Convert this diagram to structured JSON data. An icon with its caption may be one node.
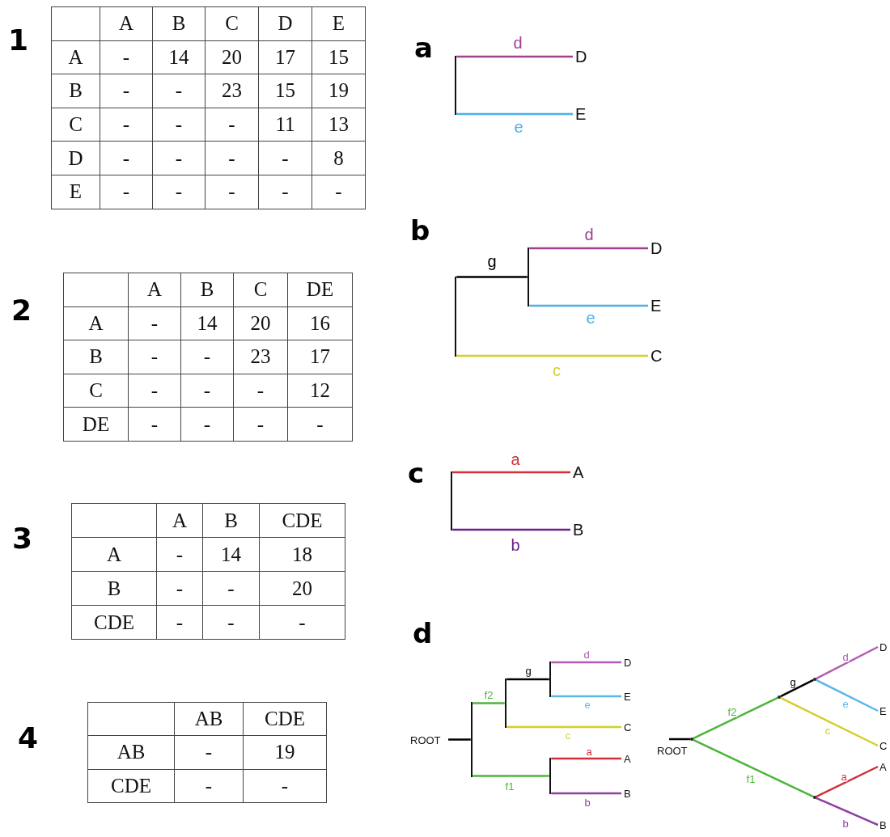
{
  "diagram": {
    "nodes": [
      {
        "text": [],
        "shape": "bar"
      },
      {
        "text": [
          "D"
        ]
      },
      {
        "text": [
          "E"
        ]
      },
      {
        "text": [],
        "shape": "bar"
      },
      {
        "text": [],
        "shape": "bar"
      },
      {
        "text": [
          "D"
        ]
      },
      {
        "text": [
          "E"
        ]
      },
      {
        "text": [
          "C"
        ]
      },
      {
        "text": [],
        "shape": "bar"
      },
      {
        "text": [
          "A"
        ]
      },
      {
        "text": [
          "B"
        ]
      },
      {
        "text": [
          "ROOT"
        ]
      },
      {
        "text": [],
        "shape": "bar"
      },
      {
        "text": [],
        "shape": "bar"
      },
      {
        "text": [],
        "shape": "bar"
      },
      {
        "text": [
          "D"
        ]
      },
      {
        "text": [
          "E"
        ]
      },
      {
        "text": [
          "C"
        ]
      },
      {
        "text": [],
        "shape": "bar"
      },
      {
        "text": [
          "A"
        ]
      },
      {
        "text": [
          "B"
        ]
      },
      {
        "text": [],
        "shape": "point"
      },
      {
        "text": [],
        "shape": "point"
      },
      {
        "text": [],
        "shape": "point"
      },
      {
        "text": [
          "D"
        ]
      },
      {
        "text": [
          "E"
        ]
      },
      {
        "text": [
          "C"
        ]
      },
      {
        "text": [],
        "shape": "point"
      },
      {
        "text": [
          "A"
        ]
      },
      {
        "text": [
          "B"
        ]
      }
    ],
    "edges": [
      {
        "from": 0,
        "to": 1,
        "arrow": "none",
        "label": "d",
        "color": "#a0408f"
      },
      {
        "from": 0,
        "to": 2,
        "arrow": "none",
        "label": "e",
        "color": "#4ab0e8"
      },
      {
        "from": 3,
        "to": 4,
        "arrow": "none",
        "label": "g",
        "color": "#000000"
      },
      {
        "from": 4,
        "to": 5,
        "arrow": "none",
        "label": "d",
        "color": "#a0408f"
      },
      {
        "from": 4,
        "to": 6,
        "arrow": "none",
        "label": "e",
        "color": "#4ab0e8"
      },
      {
        "from": 3,
        "to": 7,
        "arrow": "none",
        "label": "c",
        "color": "#d4cf2a"
      },
      {
        "from": 8,
        "to": 9,
        "arrow": "none",
        "label": "a",
        "color": "#d0303a"
      },
      {
        "from": 8,
        "to": 10,
        "arrow": "none",
        "label": "b",
        "color": "#6a1f8a"
      },
      {
        "from": 11,
        "to": 12,
        "arrow": "none",
        "color": "#000000"
      },
      {
        "from": 12,
        "to": 13,
        "arrow": "none",
        "label": "f2",
        "color": "#4cb53a"
      },
      {
        "from": 13,
        "to": 14,
        "arrow": "none",
        "label": "g",
        "color": "#000000"
      },
      {
        "from": 14,
        "to": 15,
        "arrow": "none",
        "label": "d",
        "color": "#b05cb0"
      },
      {
        "from": 14,
        "to": 16,
        "arrow": "none",
        "label": "e",
        "color": "#5ab8e8"
      },
      {
        "from": 13,
        "to": 17,
        "arrow": "none",
        "label": "c",
        "color": "#d4cf2a"
      },
      {
        "from": 12,
        "to": 18,
        "arrow": "none",
        "label": "f1",
        "color": "#4cb53a"
      },
      {
        "from": 18,
        "to": 19,
        "arrow": "none",
        "label": "a",
        "color": "#d0303a"
      },
      {
        "from": 18,
        "to": 20,
        "arrow": "none",
        "label": "b",
        "color": "#8e3fa0"
      },
      {
        "from": null,
        "to": 21,
        "arrow": "none",
        "color": "#000000"
      },
      {
        "from": 21,
        "to": 22,
        "arrow": "none",
        "label": "f2",
        "color": "#4cb53a"
      },
      {
        "from": 22,
        "to": 23,
        "arrow": "none",
        "label": "g",
        "color": "#000000"
      },
      {
        "from": 23,
        "to": 24,
        "arrow": "none",
        "label": "d",
        "color": "#b05cb0"
      },
      {
        "from": 23,
        "to": 25,
        "arrow": "none",
        "label": "e",
        "color": "#5ab8e8"
      },
      {
        "from": 22,
        "to": 26,
        "arrow": "none",
        "label": "c",
        "color": "#d4cf2a"
      },
      {
        "from": 21,
        "to": 27,
        "arrow": "none",
        "label": "f1",
        "color": "#4cb53a"
      },
      {
        "from": 27,
        "to": 28,
        "arrow": "none",
        "label": "a",
        "color": "#d0303a"
      },
      {
        "from": 27,
        "to": 29,
        "arrow": "none",
        "label": "b",
        "color": "#8e3fa0"
      }
    ],
    "labels": [
      "1",
      "A",
      "B",
      "C",
      "D",
      "E",
      "A",
      "-",
      "14",
      "20",
      "17",
      "15",
      "B",
      "-",
      "-",
      "23",
      "15",
      "19",
      "C",
      "-",
      "-",
      "-",
      "11",
      "13",
      "D",
      "-",
      "-",
      "-",
      "-",
      "8",
      "E",
      "-",
      "-",
      "-",
      "-",
      "-",
      "2",
      "A",
      "B",
      "C",
      "DE",
      "A",
      "-",
      "14",
      "20",
      "16",
      "B",
      "-",
      "-",
      "23",
      "17",
      "C",
      "-",
      "-",
      "-",
      "12",
      "DE",
      "-",
      "-",
      "-",
      "-",
      "3",
      "A",
      "B",
      "CDE",
      "A",
      "-",
      "14",
      "18",
      "B",
      "-",
      "-",
      "20",
      "CDE",
      "-",
      "-",
      "-",
      "4",
      "AB",
      "CDE",
      "AB",
      "-",
      "19",
      "CDE",
      "-",
      "-",
      "a",
      "b",
      "c",
      "d",
      "ROOT"
    ]
  }
}
